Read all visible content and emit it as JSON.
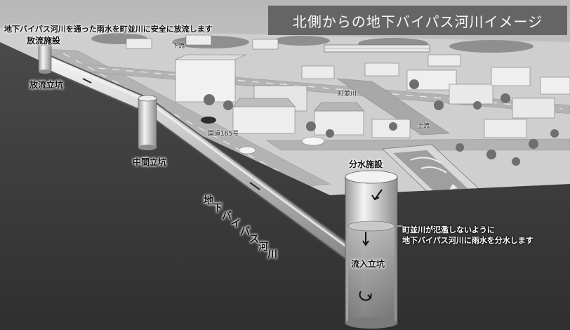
{
  "title": "北側からの地下バイパス河川イメージ",
  "labels": {
    "top_caption": "地下バイパス河川を通った雨水を町並川に安全に放流します",
    "discharge_facility": "放流施設",
    "discharge_shaft": "放流立坑",
    "middle_shaft": "中間立坑",
    "diversion_facility": "分水施設",
    "inflow_shaft": "流入立坑",
    "downstream": "下流",
    "upstream": "上流",
    "machinami_river": "町並川",
    "route_165": "国道165号",
    "bypass_river_vertical": "地下バイパス河川",
    "note_line1": "町並川が氾濫しないように",
    "note_line2": "地下バイパス河川に雨水を分水します"
  },
  "colors": {
    "sky": "#dcdcdc",
    "ground_section": "#3e3e3e",
    "title_box": "#5e5e5e",
    "road": "#b9b9b9",
    "tunnel": "#cfcfcf"
  }
}
